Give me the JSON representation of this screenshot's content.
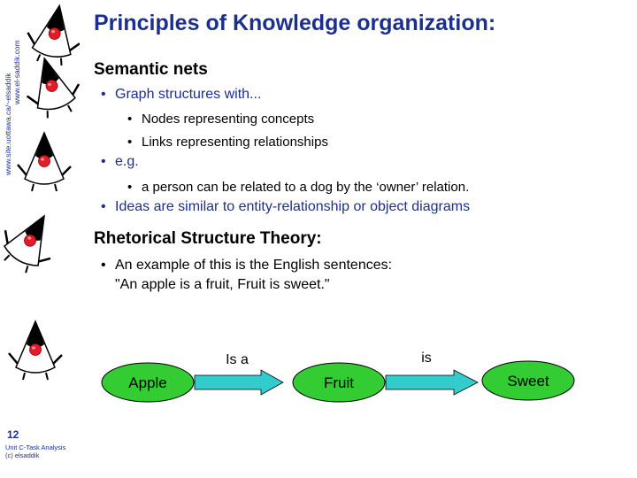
{
  "sidebar": {
    "url_line_1": "www.site.uottawa.ca/~elsaddik",
    "url_line_2": "www.el-saddik.com",
    "mascot_icon": "java-duke-mascot-icon"
  },
  "slide": {
    "title": "Principles of Knowledge organization:",
    "sections": [
      {
        "heading": "Semantic nets",
        "items": [
          {
            "text": "Graph structures with..."
          },
          {
            "text": "Nodes representing concepts"
          },
          {
            "text": "Links representing relationships"
          },
          {
            "text": "e.g."
          },
          {
            "text": "a person can be related to a dog by the ‘owner’ relation."
          },
          {
            "text": "Ideas are similar to entity-relationship or object diagrams"
          }
        ]
      },
      {
        "heading": "Rhetorical Structure Theory:",
        "items": [
          {
            "text": "An example of this is the English sentences:"
          },
          {
            "text": "\"An apple is a fruit, Fruit is sweet.\""
          }
        ]
      }
    ]
  },
  "diagram": {
    "nodes": [
      "Apple",
      "Fruit",
      "Sweet"
    ],
    "edges": [
      "Is a",
      "is"
    ],
    "node_fill": "#33cc33",
    "arrow_fill": "#33cccc"
  },
  "footer": {
    "page_number": "12",
    "line_1": "Unit C-Task Analysis",
    "line_2": "(c) elsaddik"
  },
  "colors": {
    "accent": "#1c2f8f"
  }
}
